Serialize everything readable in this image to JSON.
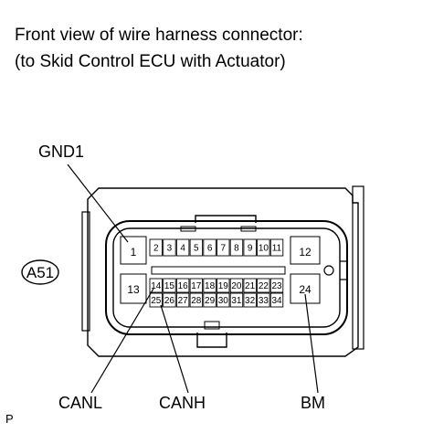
{
  "caption": {
    "line1": "Front view of wire harness connector:",
    "line2": "(to Skid Control ECU with Actuator)"
  },
  "connector": {
    "id": "A51",
    "large_pins": [
      "1",
      "12",
      "13",
      "24"
    ],
    "upper_row": [
      "2",
      "3",
      "4",
      "5",
      "6",
      "7",
      "8",
      "9",
      "10",
      "11"
    ],
    "mid_row": [
      "14",
      "15",
      "16",
      "17",
      "18",
      "19",
      "20",
      "21",
      "22",
      "23"
    ],
    "lower_row": [
      "25",
      "26",
      "27",
      "28",
      "29",
      "30",
      "31",
      "32",
      "33",
      "34"
    ]
  },
  "callouts": {
    "gnd1": "GND1",
    "canl": "CANL",
    "canh": "CANH",
    "bm": "BM"
  },
  "figure_code": "P"
}
